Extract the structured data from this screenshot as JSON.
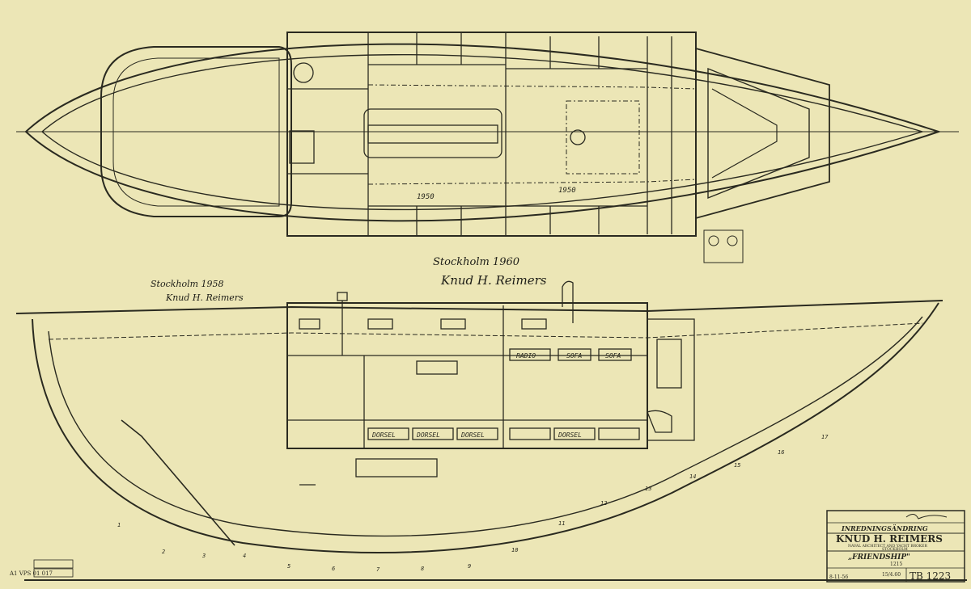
{
  "drawing": {
    "plan_labels": [
      "1950",
      "1950"
    ],
    "profile_labels": [
      "RADIO",
      "SOFA",
      "SOFA",
      "DORSEL",
      "DORSEL",
      "DORSEL",
      "DORSEL"
    ],
    "station_numbers": [
      "1",
      "2",
      "3",
      "4",
      "5",
      "6",
      "7",
      "8",
      "9",
      "10",
      "11",
      "12",
      "13",
      "14",
      "15",
      "16",
      "17"
    ]
  },
  "signatures": {
    "left_place_date": "Stockholm 1958",
    "left_name": "Knud H. Reimers",
    "center_place_date": "Stockholm 1960",
    "center_name": "Knud H. Reimers"
  },
  "title_block": {
    "subject": "INREDNINGSÄNDRING",
    "firm": "KNUD H. REIMERS",
    "firm_subtitle": "NAVAL ARCHITECT AND YACHT BROKER",
    "city": "STOCKHOLM",
    "yacht_name": "„FRIENDSHIP\"",
    "number": "1215",
    "date_drawn": "8-11-56",
    "date_revised": "15/4.60",
    "drawing_number": "TB 1223"
  },
  "stamp": {
    "text": "A1 VPS 01 017"
  },
  "colors": {
    "paper": "#ece6b6",
    "ink": "#2a2a20"
  }
}
